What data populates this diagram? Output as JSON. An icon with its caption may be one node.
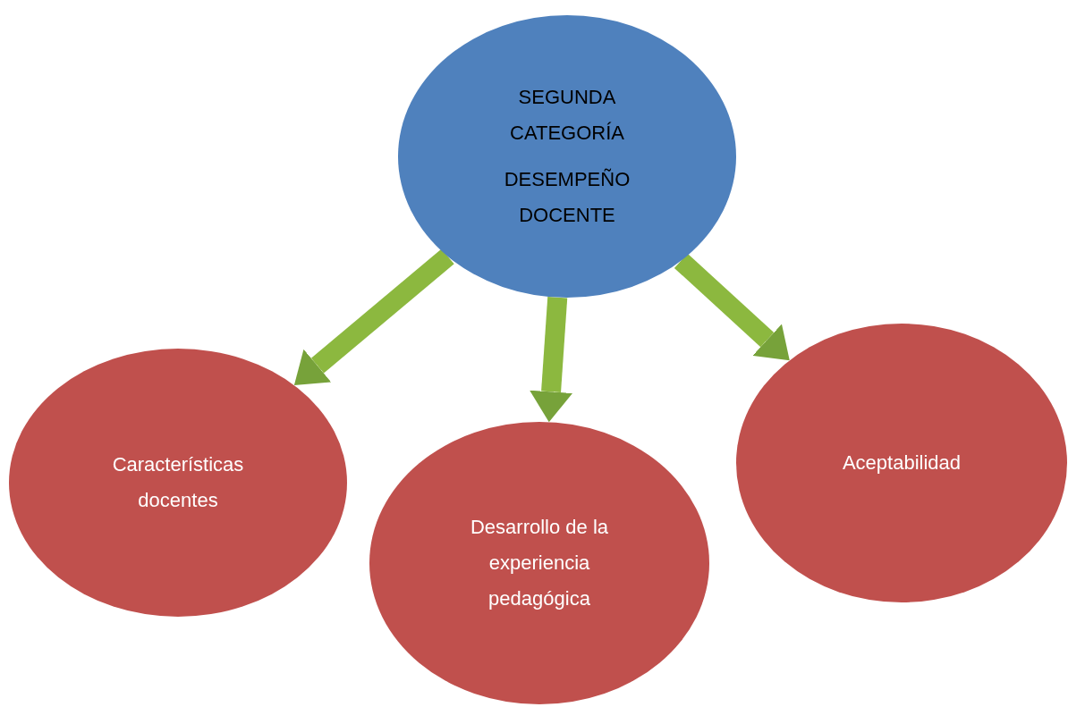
{
  "diagram": {
    "nodes": [
      {
        "text": [
          "SEGUNDA CATEGORÍA",
          "DESEMPEÑO DOCENTE"
        ]
      },
      {
        "text": [
          "Características docentes"
        ]
      },
      {
        "text": [
          "Desarrollo de la experiencia pedagógica"
        ]
      },
      {
        "text": [
          "Aceptabilidad"
        ]
      }
    ],
    "edges": [
      {
        "from": 0,
        "to": 1,
        "arrow": "to"
      },
      {
        "from": 0,
        "to": 2,
        "arrow": "to"
      },
      {
        "from": 0,
        "to": 3,
        "arrow": "to"
      }
    ]
  }
}
